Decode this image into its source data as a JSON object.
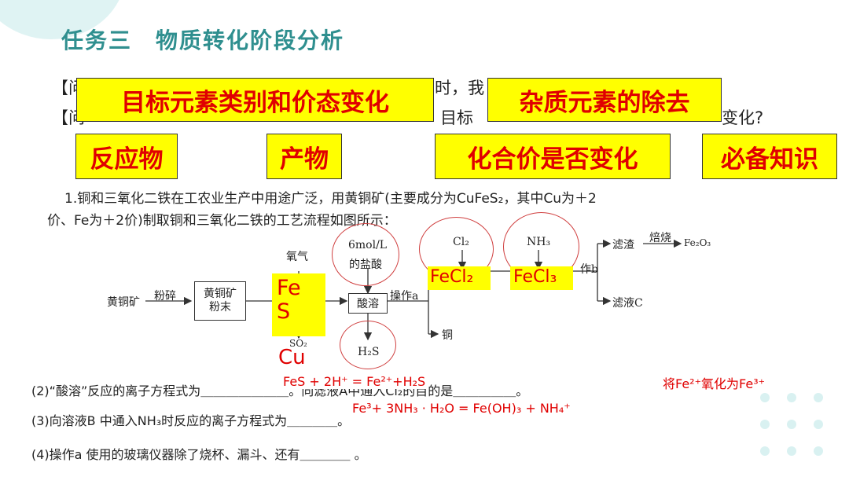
{
  "title": "任务三　物质转化阶段分析",
  "questions": {
    "line1_left": "【问",
    "line1_mid": "时，我",
    "line2_left": "【问",
    "line2_mid": "目标",
    "line2_right": "变化?"
  },
  "keyword_boxes": {
    "target_change": "目标元素类别和价态变化",
    "impurity_removal": "杂质元素的除去",
    "reactant": "反应物",
    "product": "产物",
    "valence_change": "化合价是否变化",
    "required_knowledge": "必备知识"
  },
  "problem": {
    "line1": "1.铜和三氧化二铁在工农业生产中用途广泛，用黄铜矿(主要成分为CuFeS₂，其中Cu为＋2",
    "line2": "价、Fe为＋2价)制取铜和三氧化二铁的工艺流程如图所示："
  },
  "flowchart": {
    "raw_ore": "黄铜矿",
    "crush": "粉碎",
    "powder_line1": "黄铜矿",
    "powder_line2": "粉末",
    "oxygen": "氧气",
    "acid_line1": "6mol/L",
    "acid_line2": "的盐酸",
    "acid_dissolve": "酸溶",
    "operation_a": "操作a",
    "copper": "铜",
    "cl2": "Cl₂",
    "nh3": "NH₃",
    "operation_b_partial": "作b",
    "residue": "滤渣",
    "roast": "焙烧",
    "fe2o3": "Fe₂O₃",
    "filtrate_c": "滤液C",
    "so2": "SO₂",
    "h2s": "H₂S"
  },
  "annotations": {
    "fe": "Fe",
    "s": "S",
    "cu": "Cu",
    "fecl2": "FeCl₂",
    "fecl3": "FeCl₃",
    "answer2a": "FeS + 2H⁺ = Fe²⁺+H₂S",
    "answer2b": "将Fe²⁺氧化为Fe³⁺",
    "answer3": "Fe³+ 3NH₃ · H₂O = Fe(OH)₃ + NH₄⁺"
  },
  "subquestions": {
    "q2": "(2)“酸溶”反应的离子方程式为＿＿＿＿＿＿＿。向滤液A中通入Cl₂的目的是＿＿＿＿＿。",
    "q3": "(3)向溶液B 中通入NH₃时反应的离子方程式为＿＿＿＿。",
    "q4": "(4)操作a 使用的玻璃仪器除了烧杯、漏斗、还有＿＿＿＿ 。"
  },
  "colors": {
    "title": "#2f8f8f",
    "highlight": "#ffff00",
    "annotation_red": "#e00000",
    "decor_teal": "#d9f1f1"
  }
}
